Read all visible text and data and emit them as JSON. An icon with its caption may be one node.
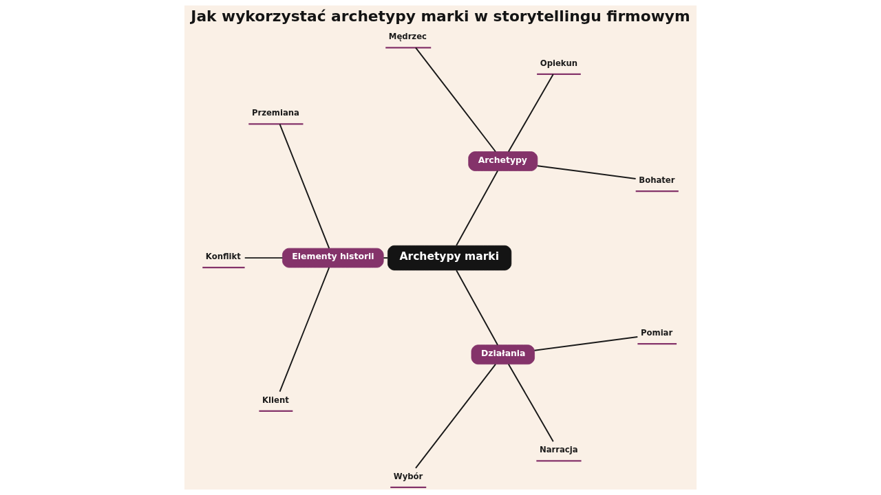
{
  "diagram": {
    "title": "Jak wykorzystać archetypy marki w storytellingu firmowym",
    "nodes": [
      {
        "text": [
          "Archetypy marki"
        ]
      },
      {
        "text": [
          "Archetypy"
        ]
      },
      {
        "text": [
          "Bohater"
        ]
      },
      {
        "text": [
          "Opiekun"
        ]
      },
      {
        "text": [
          "Mędrzec"
        ]
      },
      {
        "text": [
          "Elementy historii"
        ]
      },
      {
        "text": [
          "Przemiana"
        ]
      },
      {
        "text": [
          "Konflikt"
        ]
      },
      {
        "text": [
          "Klient"
        ]
      },
      {
        "text": [
          "Działania"
        ]
      },
      {
        "text": [
          "Wybór"
        ]
      },
      {
        "text": [
          "Narracja"
        ]
      },
      {
        "text": [
          "Pomiar"
        ]
      }
    ],
    "edges": [
      {
        "from": 0,
        "to": 1,
        "arrow": "none"
      },
      {
        "from": 1,
        "to": 2,
        "arrow": "none"
      },
      {
        "from": 1,
        "to": 3,
        "arrow": "none"
      },
      {
        "from": 1,
        "to": 4,
        "arrow": "none"
      },
      {
        "from": 0,
        "to": 5,
        "arrow": "none"
      },
      {
        "from": 5,
        "to": 6,
        "arrow": "none"
      },
      {
        "from": 5,
        "to": 7,
        "arrow": "none"
      },
      {
        "from": 5,
        "to": 8,
        "arrow": "none"
      },
      {
        "from": 0,
        "to": 9,
        "arrow": "none"
      },
      {
        "from": 9,
        "to": 10,
        "arrow": "none"
      },
      {
        "from": 9,
        "to": 11,
        "arrow": "none"
      },
      {
        "from": 9,
        "to": 12,
        "arrow": "none"
      }
    ]
  }
}
